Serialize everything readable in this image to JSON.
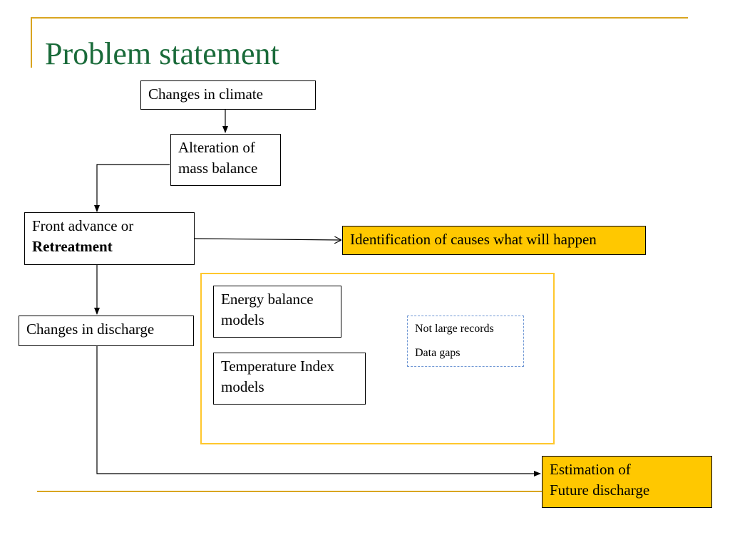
{
  "slide": {
    "title": "Problem statement"
  },
  "nodes": {
    "changes_climate": "Changes in climate",
    "alteration": {
      "line1": "Alteration of",
      "line2": "mass balance"
    },
    "front": {
      "line1": "Front advance or",
      "line2": "Retreatment"
    },
    "identification": "Identification of causes what will happen",
    "changes_discharge": "Changes in discharge",
    "energy": {
      "line1": "Energy balance",
      "line2": "models"
    },
    "temperature": {
      "line1": "Temperature Index",
      "line2": "models"
    },
    "notes": {
      "line1": "Not large records",
      "line2": "Data gaps"
    },
    "estimation": {
      "line1": "Estimation of",
      "line2": "Future discharge"
    }
  },
  "colors": {
    "title": "#1a6b3a",
    "accent_rule": "#d9a520",
    "highlight_fill": "#ffc800",
    "frame": "#ffc72c",
    "dashed": "#6f97d4"
  }
}
